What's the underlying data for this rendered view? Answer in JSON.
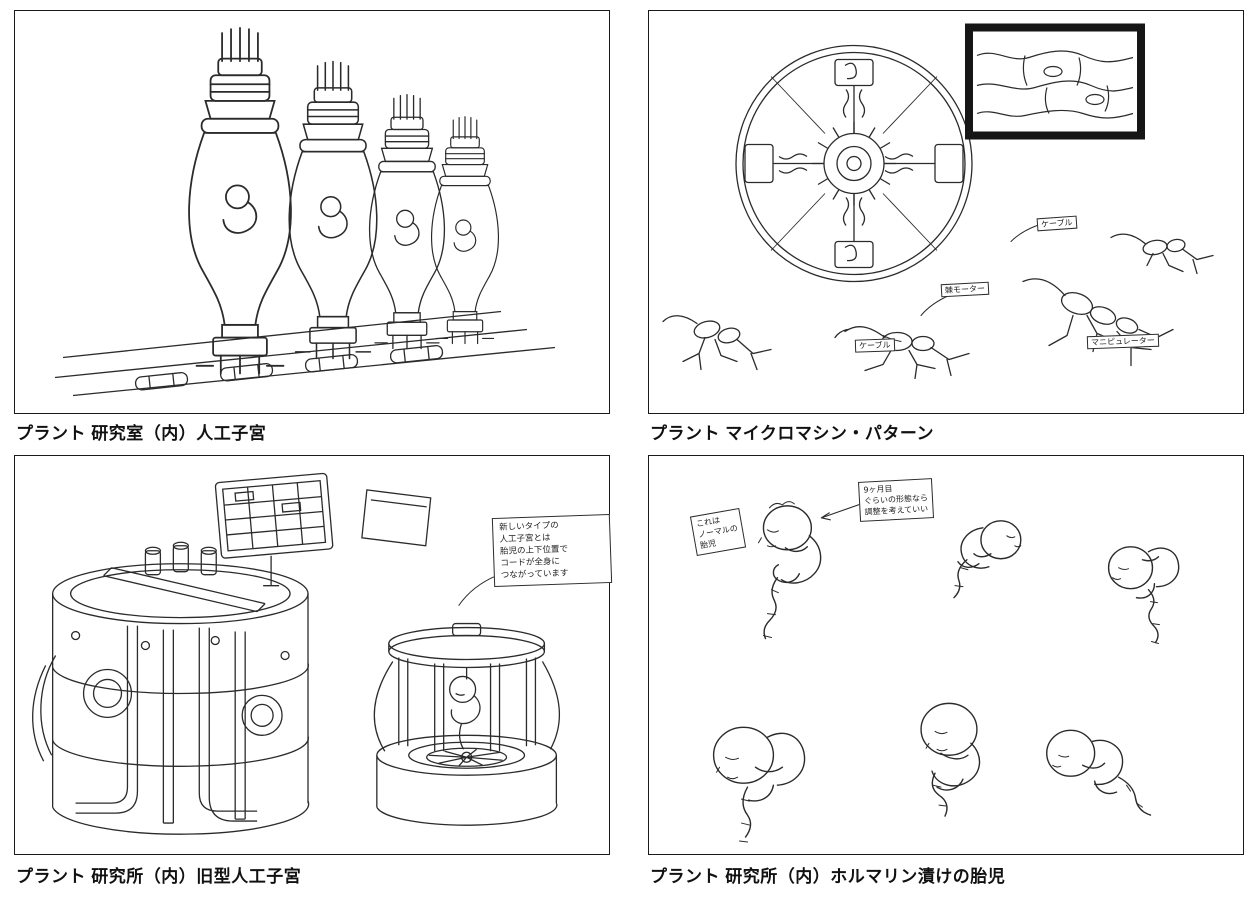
{
  "page": {
    "background": "#ffffff",
    "ink": "#2b2b2b"
  },
  "panels": [
    {
      "id": "artificial-womb",
      "caption": "プラント 研究室（内）人工子宮"
    },
    {
      "id": "micromachine-pattern",
      "caption": "プラント マイクロマシン・パターン",
      "labels": [
        {
          "text": "ケーブル"
        },
        {
          "text": "棘モーター"
        },
        {
          "text": "ケーブル"
        },
        {
          "text": "マニピュレーター"
        }
      ]
    },
    {
      "id": "old-artificial-womb",
      "caption": "プラント 研究所（内）旧型人工子宮",
      "note": {
        "lines": [
          "新しいタイプの",
          "人工子宮とは",
          "胎児の上下位置で",
          "コードが全身に",
          "つながっています"
        ]
      }
    },
    {
      "id": "formalin-fetuses",
      "caption": "プラント 研究所（内）ホルマリン漬けの胎児",
      "notes": [
        {
          "lines": [
            "これは",
            "ノーマルの",
            "胎児"
          ]
        },
        {
          "lines": [
            "9ヶ月目",
            "ぐらいの形態なら",
            "調整を考えていい"
          ]
        }
      ]
    }
  ]
}
